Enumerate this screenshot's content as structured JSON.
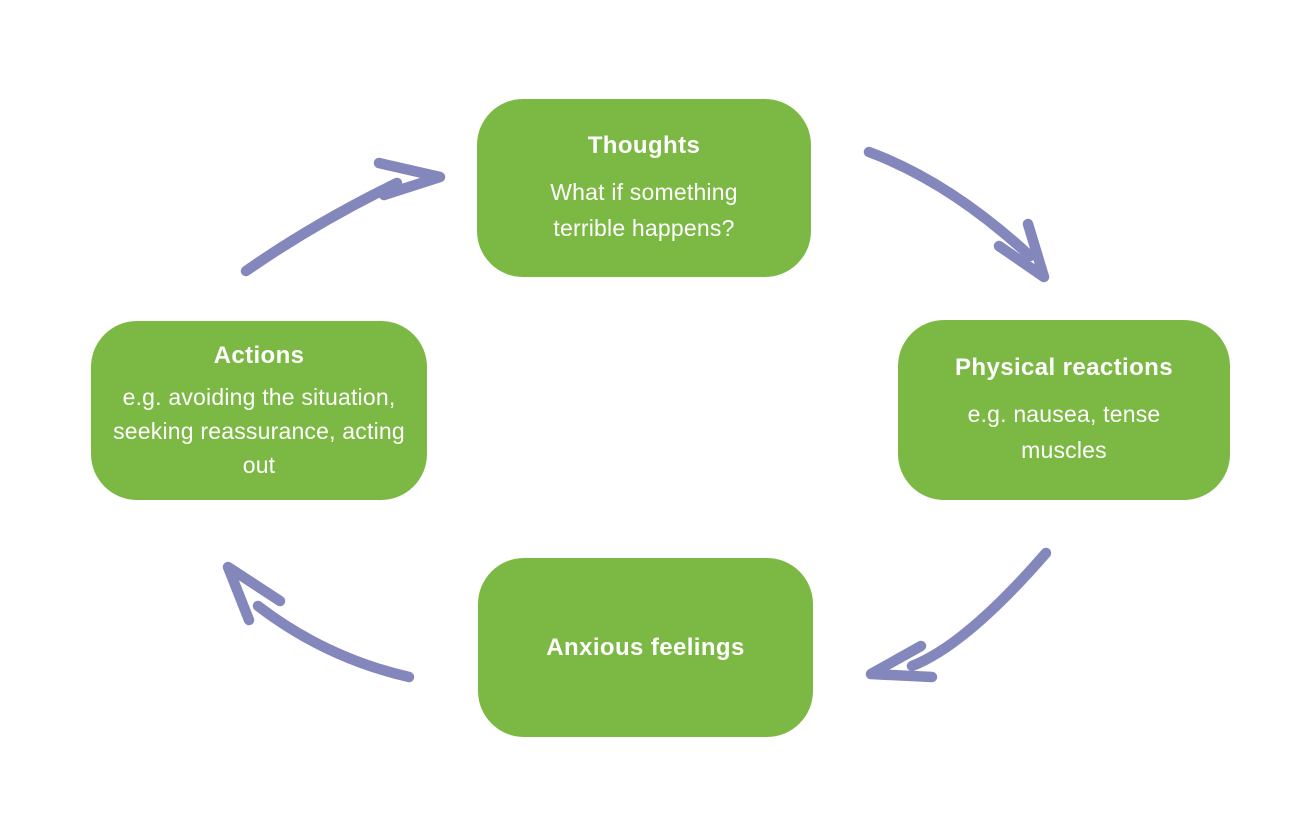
{
  "diagram": {
    "name": "anxiety-cycle",
    "background": "#ffffff",
    "colors": {
      "node_fill": "#7CB944",
      "node_text": "#FFFFFF",
      "arrow": "#8387BC"
    },
    "nodes": [
      {
        "id": "thoughts",
        "title": "Thoughts",
        "body": "What if something terrible happens?"
      },
      {
        "id": "physical",
        "title": "Physical reactions",
        "body": "e.g. nausea, tense muscles"
      },
      {
        "id": "anxious",
        "title": "Anxious feelings",
        "body": ""
      },
      {
        "id": "actions",
        "title": "Actions",
        "body": "e.g. avoiding the situation, seeking reassurance, acting out"
      }
    ],
    "arrows": [
      {
        "from": "thoughts",
        "to": "physical"
      },
      {
        "from": "physical",
        "to": "anxious"
      },
      {
        "from": "anxious",
        "to": "actions"
      },
      {
        "from": "actions",
        "to": "thoughts"
      }
    ]
  }
}
